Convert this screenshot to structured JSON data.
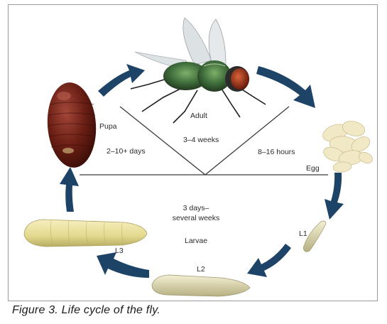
{
  "figure": {
    "caption": "Figure 3. Life cycle of the fly."
  },
  "stages": {
    "adult": {
      "label": "Adult",
      "duration": "3–4 weeks"
    },
    "egg": {
      "label": "Egg",
      "duration": "8–16 hours"
    },
    "pupa": {
      "label": "Pupa",
      "duration": "2–10+ days"
    },
    "larvae": {
      "label": "Larvae",
      "duration_line1": "3 days–",
      "duration_line2": "several weeks"
    },
    "l1": {
      "label": "L1"
    },
    "l2": {
      "label": "L2"
    },
    "l3": {
      "label": "L3"
    }
  },
  "colors": {
    "arrow": "#1d4466",
    "divider": "#3a3a3a",
    "pupa_shell": "#6b1f14",
    "larva": "#e6dd9c",
    "egg": "#f1e8c5",
    "fly_body": "#3d6b3a",
    "fly_eye": "#a33a1e"
  }
}
